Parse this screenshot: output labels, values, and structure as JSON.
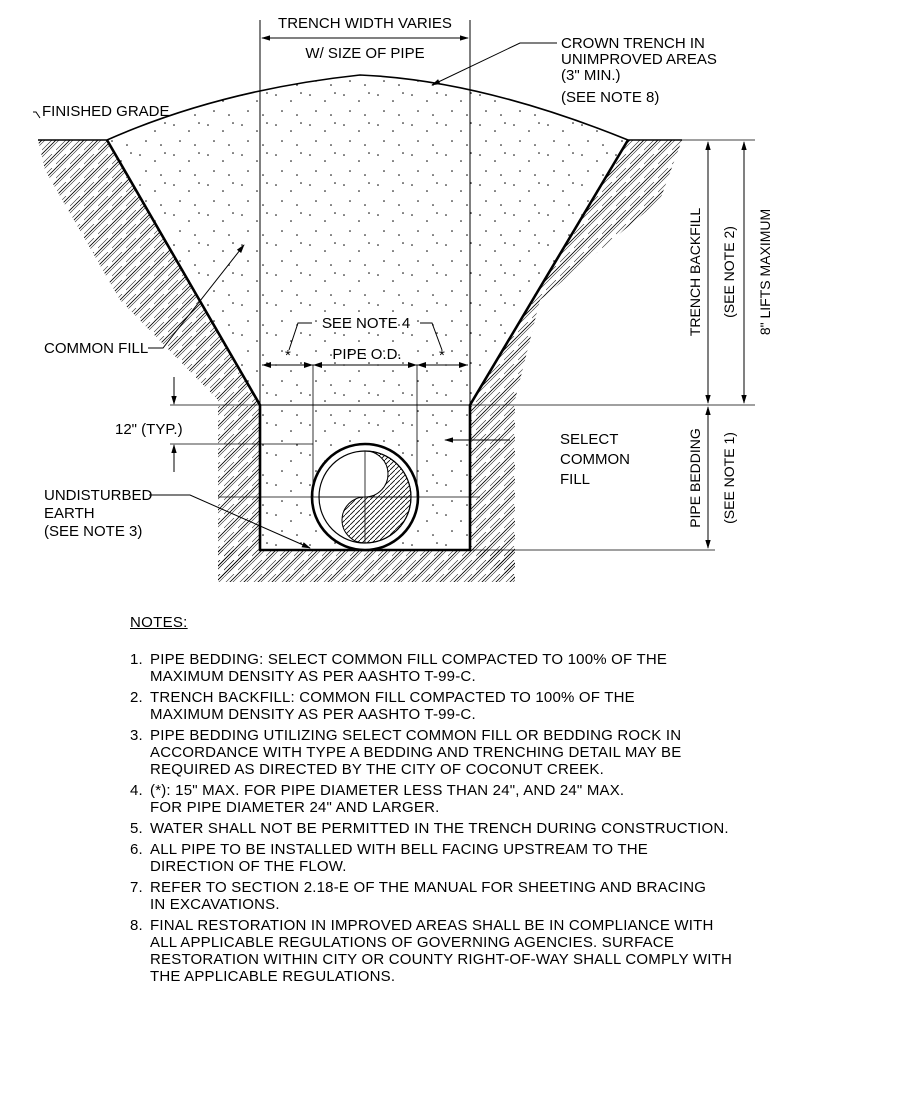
{
  "drawing": {
    "labels": {
      "trench_width_1": "TRENCH WIDTH VARIES",
      "trench_width_2": "W/ SIZE OF PIPE",
      "crown_1": "CROWN TRENCH IN",
      "crown_2": "UNIMPROVED AREAS",
      "crown_3": "(3\" MIN.)",
      "crown_4": "(SEE NOTE 8)",
      "finished_grade": "FINISHED GRADE",
      "common_fill": "COMMON FILL",
      "see_note_4": "SEE NOTE 4",
      "pipe_od": "PIPE O.D.",
      "twelve_typ": "12\" (TYP.)",
      "select_1": "SELECT",
      "select_2": "COMMON",
      "select_3": "FILL",
      "undisturbed_1": "UNDISTURBED",
      "undisturbed_2": "EARTH",
      "undisturbed_3": "(SEE NOTE 3)",
      "trench_backfill_1": "TRENCH BACKFILL",
      "trench_backfill_2": "(SEE NOTE 2)",
      "lifts": "8\" LIFTS MAXIMUM",
      "pipe_bedding_1": "PIPE BEDDING",
      "pipe_bedding_2": "(SEE NOTE 1)",
      "star_1": "*",
      "star_2": "*"
    }
  },
  "notes": {
    "title": "NOTES:",
    "items": [
      {
        "num": "1.",
        "text": "PIPE BEDDING: SELECT COMMON FILL COMPACTED TO 100% OF THE\nMAXIMUM DENSITY AS PER AASHTO T-99-C."
      },
      {
        "num": "2.",
        "text": "TRENCH BACKFILL: COMMON FILL COMPACTED TO 100% OF THE\nMAXIMUM DENSITY AS PER AASHTO T-99-C."
      },
      {
        "num": "3.",
        "text": "PIPE BEDDING UTILIZING SELECT COMMON FILL OR BEDDING ROCK IN\nACCORDANCE WITH TYPE A BEDDING AND TRENCHING DETAIL MAY BE\nREQUIRED AS DIRECTED BY THE CITY OF COCONUT CREEK."
      },
      {
        "num": "4.",
        "text": "(*): 15\" MAX. FOR PIPE DIAMETER LESS THAN 24\", AND 24\" MAX.\nFOR PIPE DIAMETER 24\" AND LARGER."
      },
      {
        "num": "5.",
        "text": "WATER SHALL NOT BE PERMITTED IN THE TRENCH DURING CONSTRUCTION."
      },
      {
        "num": "6.",
        "text": "ALL PIPE TO BE INSTALLED WITH BELL FACING UPSTREAM TO THE\nDIRECTION OF THE FLOW."
      },
      {
        "num": "7.",
        "text": "REFER TO SECTION 2.18-E OF THE MANUAL FOR SHEETING AND BRACING\nIN EXCAVATIONS."
      },
      {
        "num": "8.",
        "text": "FINAL RESTORATION IN IMPROVED AREAS SHALL BE IN COMPLIANCE WITH\nALL APPLICABLE REGULATIONS OF GOVERNING AGENCIES.  SURFACE\nRESTORATION WITHIN CITY OR COUNTY RIGHT-OF-WAY SHALL COMPLY WITH\nTHE APPLICABLE REGULATIONS."
      }
    ]
  }
}
